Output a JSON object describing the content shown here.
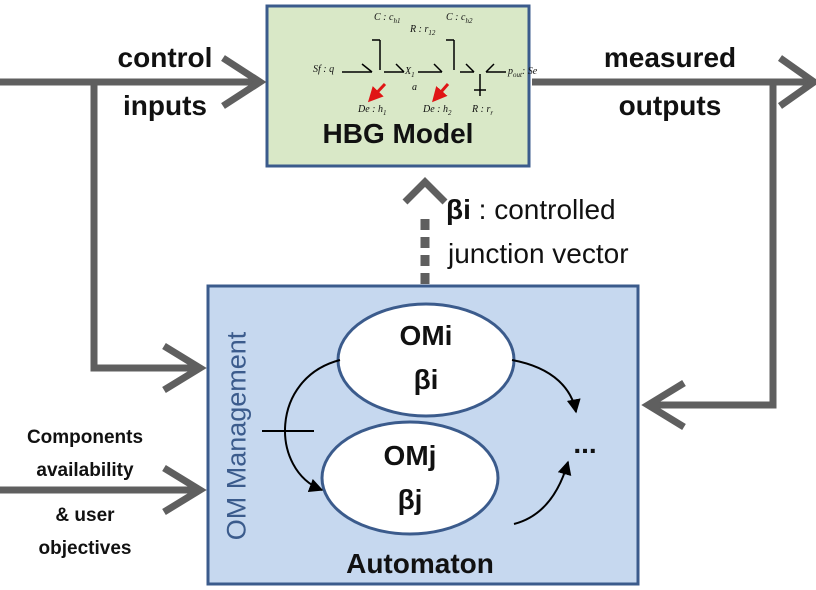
{
  "hbg_box": {
    "title": "HBG Model",
    "bond_graph_labels": {
      "c1": "C : c",
      "c1_sub": "h1",
      "c2": "C : c",
      "c2_sub": "h2",
      "r12": "R : r",
      "r12_sub": "12",
      "sf": "Sf : q",
      "x1": "X",
      "x1_sub": "1",
      "a": "a",
      "pout": "p",
      "pout_sub": "out",
      "pout_tail": ": Se",
      "de1": "De : h",
      "de1_sub": "1",
      "de2": "De : h",
      "de2_sub": "2",
      "rr": "R : r",
      "rr_sub": "r"
    }
  },
  "inputs_label": {
    "line1": "control",
    "line2": "inputs"
  },
  "outputs_label": {
    "line1": "measured",
    "line2": "outputs"
  },
  "beta_label": {
    "symbol": "βi",
    "rest": " : controlled",
    "line2": "junction vector"
  },
  "om_box": {
    "side_label": "OM Management",
    "bottom_label": "Automaton",
    "state_i": {
      "line1": "OMi",
      "line2": "βi"
    },
    "state_j": {
      "line1": "OMj",
      "line2": "βj"
    },
    "ellipsis": "..."
  },
  "components_label": {
    "line1": "Components",
    "line2": "availability",
    "line3": "& user",
    "line4": "objectives"
  },
  "colors": {
    "hbg_fill": "#d9e8c7",
    "om_fill": "#c6d8ef",
    "box_border": "#3b5b8c",
    "arrow": "#5f5f5f",
    "red_arrow": "#e01515"
  }
}
